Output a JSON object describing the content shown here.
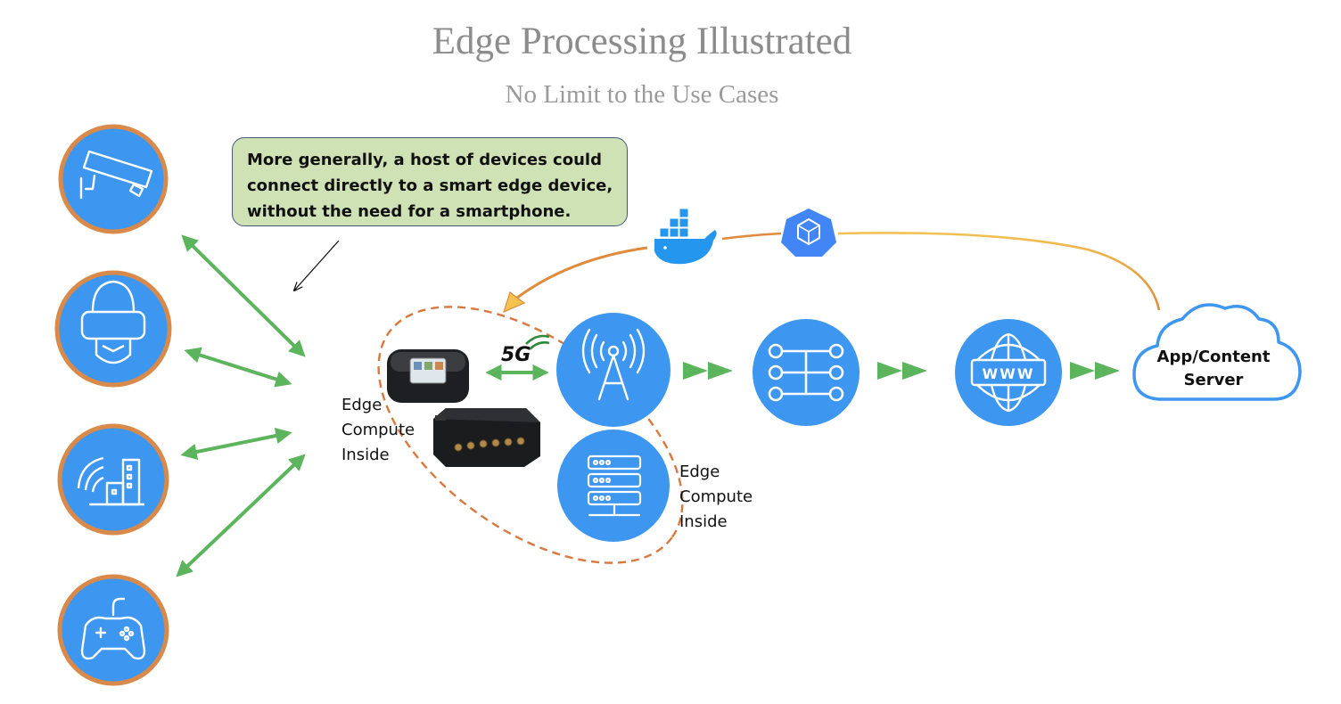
{
  "header": {
    "title": "Edge Processing Illustrated",
    "subtitle": "No Limit to the Use Cases"
  },
  "callout": {
    "lines": [
      "More generally, a host of devices could",
      "connect directly to a smart edge device,",
      "without the need for a smartphone."
    ]
  },
  "edge_device_label": {
    "lines": [
      "Edge",
      "Compute",
      "Inside"
    ]
  },
  "edge_server_label": {
    "lines": [
      "Edge",
      "Compute",
      "Inside"
    ]
  },
  "network_badge": "5G",
  "cloud": {
    "lines": [
      "App/Content",
      "Server"
    ]
  },
  "server_icon_text": "WWW",
  "devices": [
    {
      "name": "security camera",
      "icon": "camera-icon"
    },
    {
      "name": "vr headset",
      "icon": "vr-headset-icon"
    },
    {
      "name": "smart city",
      "icon": "smart-city-icon"
    },
    {
      "name": "game controller",
      "icon": "gamepad-icon"
    }
  ],
  "network_path": [
    "cell-tower-icon",
    "network-switch-icon",
    "www-globe-icon",
    "cloud-icon"
  ],
  "edge_nodes": [
    "mobile-hotspot-icon",
    "edge-router-icon",
    "edge-server-icon"
  ],
  "deploy_icons": [
    "docker-whale-icon",
    "kubernetes-icon"
  ],
  "colors": {
    "circle_fill": "#3d96f0",
    "circle_ring": "#d98a4b",
    "arrow_green": "#5cb45c",
    "deploy_arrow": "#e08a3c",
    "dashed_ellipse": "#d9783f",
    "callout_fill": "#cfe2b5",
    "callout_border": "#43597a",
    "cloud_stroke": "#3d96f0",
    "title_gray": "#8c8c8c"
  }
}
